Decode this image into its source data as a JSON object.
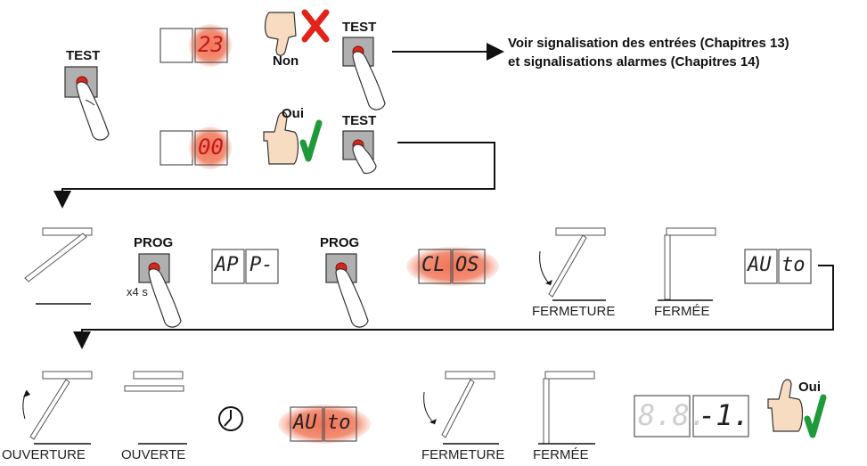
{
  "colors": {
    "led_red": "#d9261c",
    "glow": "#f06a4a",
    "check_green": "#1f9a3a",
    "cross_red": "#e2231a",
    "button_grey": "#9a9a9a",
    "display_digit": "#d61f1f"
  },
  "icons": [
    "hand-pressing-icon",
    "thumbs-down-icon",
    "thumbs-up-icon",
    "check-icon",
    "cross-icon",
    "clock-icon",
    "gate-closed-icon",
    "gate-opening-icon"
  ],
  "top": {
    "test_label": "TEST",
    "display_fail": "23",
    "display_ok": "00",
    "non_label": "Non",
    "oui_label": "Oui",
    "test_label_fail": "TEST",
    "test_label_ok": "TEST",
    "note_line1": "Voir signalisation des entrées (Chapitres 13)",
    "note_line2": "et signalisations alarmes (Chapitres 14)"
  },
  "middle": {
    "prog_label_1": "PROG",
    "hold_time": "x4 s",
    "display_ap": "AP",
    "display_p": "P-",
    "prog_label_2": "PROG",
    "display_cl": "CL",
    "display_os": "OS",
    "caption_fermeture": "FERMETURE",
    "caption_fermee": "FERMÉE",
    "display_au": "AU",
    "display_to": "to"
  },
  "bottom": {
    "caption_ouverture": "OUVERTURE",
    "caption_ouverte": "OUVERTE",
    "display_au": "AU",
    "display_to": "to",
    "caption_fermeture": "FERMETURE",
    "caption_fermee": "FERMÉE",
    "final_display_left": "8.8.",
    "final_display_right": "-1.",
    "oui_label": "Oui"
  }
}
